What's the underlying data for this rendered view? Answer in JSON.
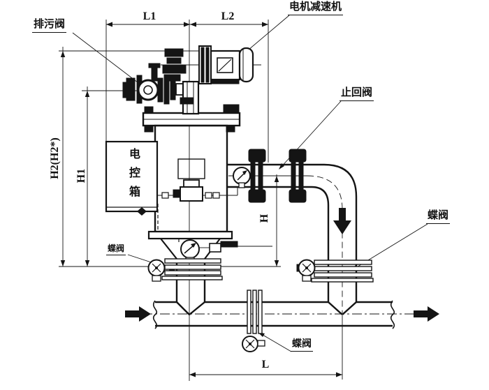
{
  "diagram": {
    "labels": {
      "drain_valve": "排污阀",
      "motor_reducer": "电机减速机",
      "check_valve": "止回阀",
      "butterfly_valve_left": "蝶阀",
      "butterfly_valve_right": "蝶阀",
      "butterfly_valve_bottom": "蝶阀",
      "control_box": "电控箱"
    },
    "dimensions": {
      "l1": "L1",
      "l2": "L2",
      "l": "L",
      "h": "H",
      "h1": "H1",
      "h2": "H2(H2*)"
    },
    "colors": {
      "line": "#141414",
      "background": "#ffffff"
    }
  }
}
